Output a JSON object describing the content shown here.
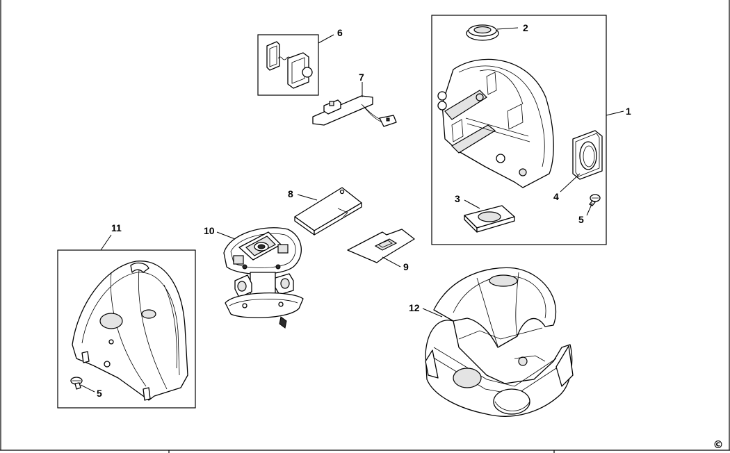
{
  "diagram": {
    "callouts": {
      "c1": "1",
      "c2": "2",
      "c3": "3",
      "c4": "4",
      "c5a": "5",
      "c5b": "5",
      "c6": "6",
      "c7": "7",
      "c8": "8",
      "c9": "9",
      "c10": "10",
      "c11": "11",
      "c12": "12"
    },
    "copyright_mark": "©"
  }
}
